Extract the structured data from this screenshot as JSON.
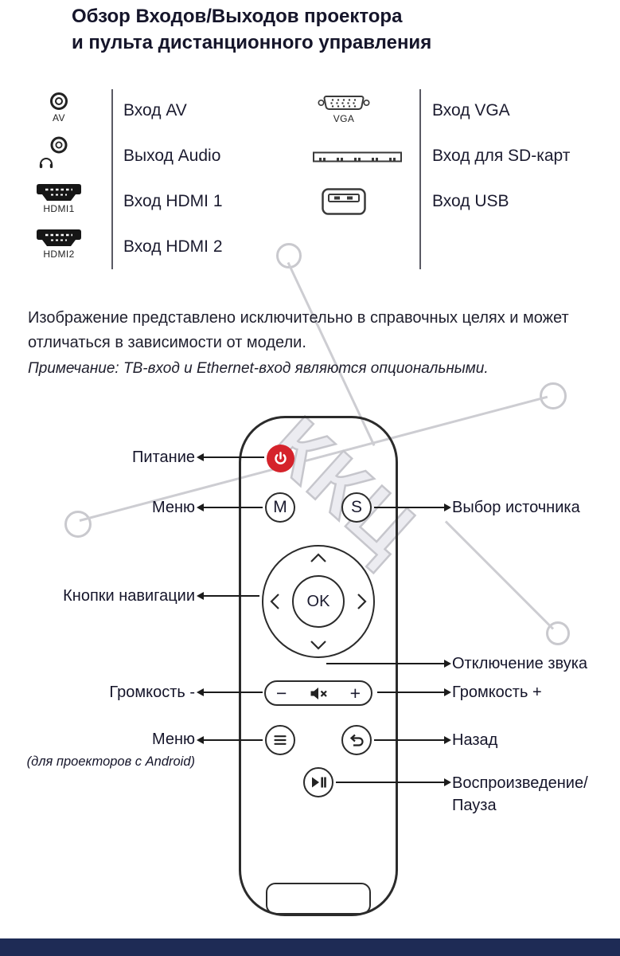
{
  "title": {
    "line1": "Обзор Входов/Выходов проектора",
    "line2": "и пульта дистанционного управления"
  },
  "ports": {
    "left": [
      {
        "caption": "AV",
        "label": "Вход AV"
      },
      {
        "caption": "",
        "label": "Выход Audio"
      },
      {
        "caption": "HDMI1",
        "label": "Вход HDMI 1"
      },
      {
        "caption": "HDMI2",
        "label": "Вход HDMI 2"
      }
    ],
    "right": [
      {
        "caption": "VGA",
        "label": "Вход VGA"
      },
      {
        "caption": "",
        "label": "Вход для SD-карт"
      },
      {
        "caption": "",
        "label": "Вход USB"
      }
    ]
  },
  "notes": {
    "disclaimer": "Изображение представлено исключительно в справочных целях и может отличаться в зависимости от модели.",
    "optional_note": "Примечание: ТВ-вход и Ethernet-вход являются опциональными."
  },
  "remote": {
    "button_m": "M",
    "button_s": "S",
    "button_ok": "OK",
    "volume_minus": "−",
    "volume_plus": "+",
    "callouts": {
      "power": "Питание",
      "menu": "Меню",
      "source": "Выбор источника",
      "navigation": "Кнопки навигации",
      "mute": "Отключение звука",
      "volume_down": "Громкость -",
      "volume_up": "Громкость +",
      "menu_android": "Меню",
      "menu_android_note": "(для проекторов с Android)",
      "back": "Назад",
      "play_pause_line1": "Воспроизведение/",
      "play_pause_line2": "Пауза"
    }
  },
  "watermark": {
    "text": "ККЦ"
  },
  "colors": {
    "power_red": "#d5232b",
    "footer_blue": "#1e2b55",
    "text_dark": "#15152a",
    "watermark_gray": "#c9c9ce"
  }
}
